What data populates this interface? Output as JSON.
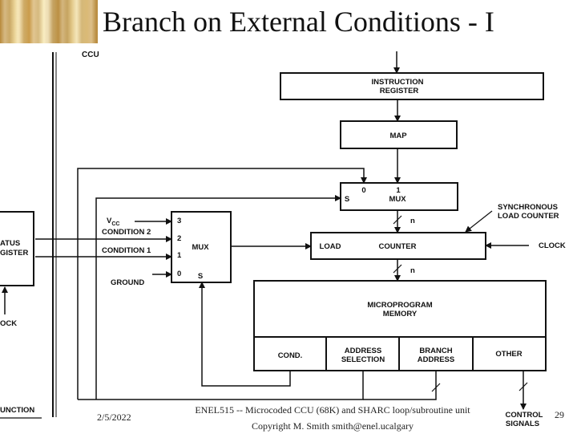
{
  "slide": {
    "title": "Branch on External Conditions - I",
    "footer_date": "2/5/2022",
    "footer_credit_line1": "ENEL515 -- Microcoded CCU (68K) and SHARC loop/subroutine unit",
    "footer_credit_line2": "Copyright M. Smith smith@enel.ucalgary",
    "page_number": "29"
  },
  "diagram": {
    "ccu_label": "CCU",
    "instruction_register_line1": "INSTRUCTION",
    "instruction_register_line2": "REGISTER",
    "map_label": "MAP",
    "top_mux_label": "MUX",
    "top_mux_input0": "0",
    "top_mux_input1": "1",
    "top_mux_select": "S",
    "bus_width_label": "n",
    "sync_counter_line1": "SYNCHRONOUS",
    "sync_counter_line2": "LOAD COUNTER",
    "load_label": "LOAD",
    "counter_label": "COUNTER",
    "clock_label": "CLOCK",
    "vcc_label": "V",
    "vcc_subscript": "CC",
    "condition2_label": "CONDITION 2",
    "condition1_label": "CONDITION 1",
    "ground_label": "GROUND",
    "cond_mux_label": "MUX",
    "cond_mux_input3": "3",
    "cond_mux_input2": "2",
    "cond_mux_input1": "1",
    "cond_mux_input0": "0",
    "cond_mux_select": "S",
    "status_register_line1": "ATUS",
    "status_register_line2": "GISTER",
    "clock_fragment": "OCK",
    "function_fragment": "UNCTION",
    "microprogram_memory_line1": "MICROPROGRAM",
    "microprogram_memory_line2": "MEMORY",
    "field_cond": "COND.",
    "field_address_selection_line1": "ADDRESS",
    "field_address_selection_line2": "SELECTION",
    "field_branch_address_line1": "BRANCH",
    "field_branch_address_line2": "ADDRESS",
    "field_other": "OTHER",
    "control_signals_line1": "CONTROL",
    "control_signals_line2": "SIGNALS"
  }
}
